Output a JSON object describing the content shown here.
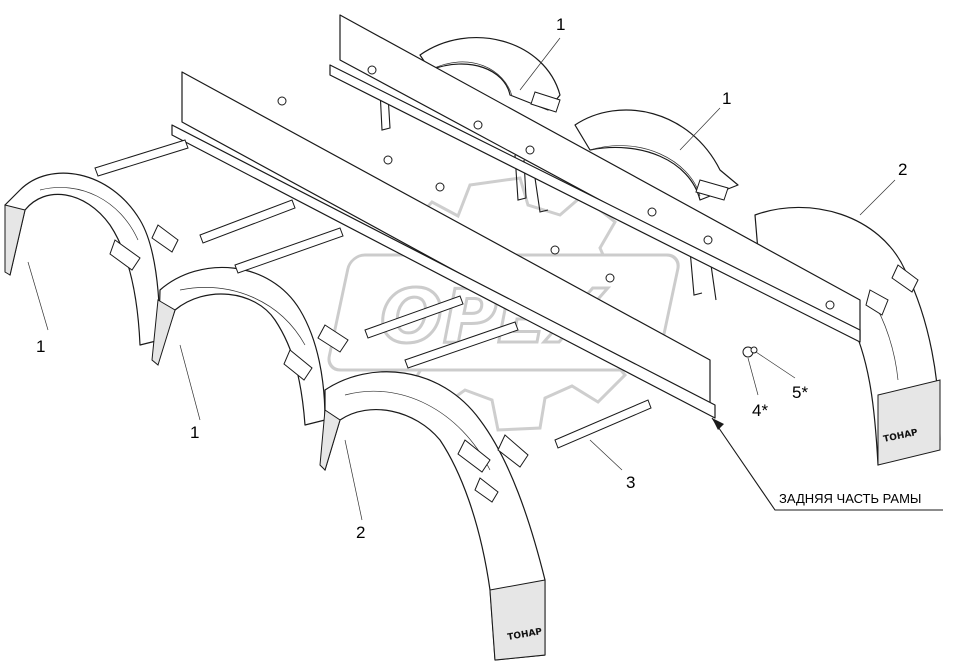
{
  "callouts": [
    {
      "id": "c1a",
      "text": "1"
    },
    {
      "id": "c1b",
      "text": "1"
    },
    {
      "id": "c1c",
      "text": "1"
    },
    {
      "id": "c1d",
      "text": "1"
    },
    {
      "id": "c2a",
      "text": "2"
    },
    {
      "id": "c2b",
      "text": "2"
    },
    {
      "id": "c3",
      "text": "3"
    },
    {
      "id": "c4",
      "text": "4*"
    },
    {
      "id": "c5",
      "text": "5*"
    }
  ],
  "note": {
    "text": "ЗАДНЯЯ ЧАСТЬ РАМЫ"
  },
  "mudflap_brand": "ТОНАР",
  "watermark": {
    "text": "OPEX"
  },
  "colors": {
    "line": "#1a1a1a",
    "watermark": "#c7c7c7",
    "background": "#ffffff"
  }
}
